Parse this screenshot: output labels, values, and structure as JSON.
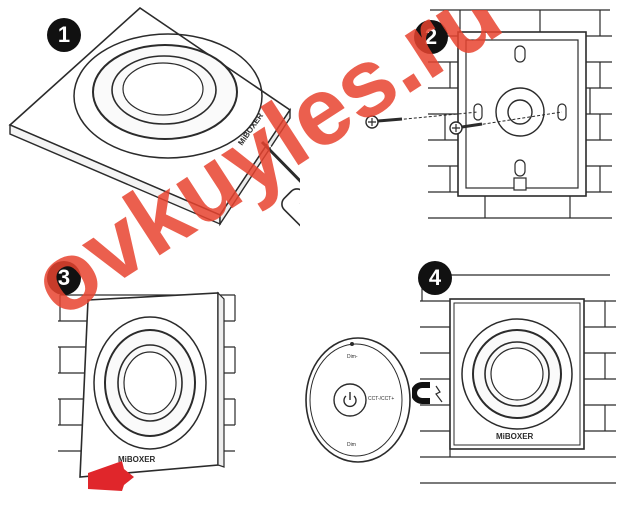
{
  "steps": [
    {
      "number": "1"
    },
    {
      "number": "2"
    },
    {
      "number": "3"
    },
    {
      "number": "4"
    }
  ],
  "brand": {
    "logo_text": "MiBOXER"
  },
  "remote": {
    "label_top": "Dim-",
    "label_right": "CCT-/CCT+",
    "label_bottom": "Dim"
  },
  "watermark": {
    "text": "ovkuyles.ru"
  },
  "colors": {
    "watermark": "#e8432f",
    "arrow": "#e0262b",
    "line": "#2b2b2b"
  },
  "icons": [
    "screwdriver-icon",
    "screw-icon",
    "magnet-icon",
    "power-icon",
    "arrow-up-icon"
  ]
}
